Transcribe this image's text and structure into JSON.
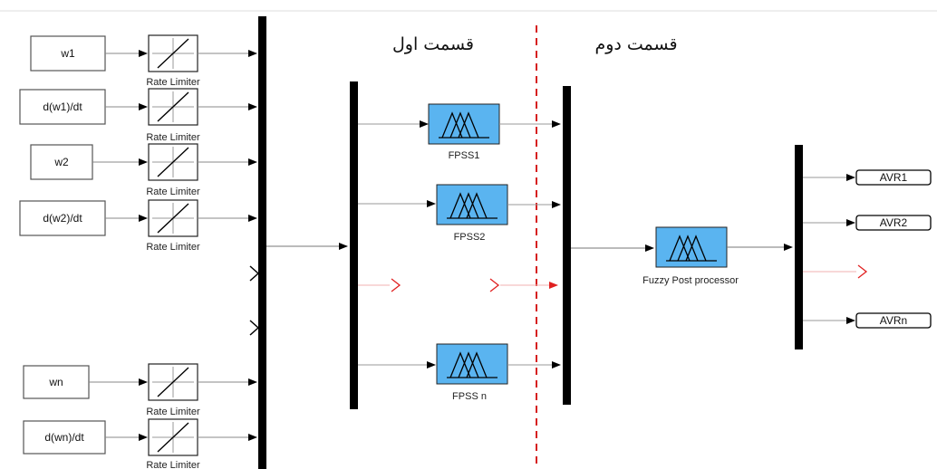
{
  "sections": {
    "part1": "قسمت اول",
    "part2": "قسمت دوم"
  },
  "inputs": [
    {
      "label": "w1",
      "limiter": "Rate Limiter"
    },
    {
      "label": "d(w1)/dt",
      "limiter": "Rate Limiter"
    },
    {
      "label": "w2",
      "limiter": "Rate Limiter"
    },
    {
      "label": "d(w2)/dt",
      "limiter": "Rate Limiter"
    },
    {
      "label": "wn",
      "limiter": "Rate Limiter"
    },
    {
      "label": "d(wn)/dt",
      "limiter": "Rate Limiter"
    }
  ],
  "fuzzy_blocks": {
    "fpss1": "FPSS1",
    "fpss2": "FPSS2",
    "fpssn": "FPSS n",
    "post": "Fuzzy Post processor"
  },
  "outputs": [
    "AVR1",
    "AVR2",
    "AVRn"
  ],
  "colors": {
    "fuzzy_fill": "#5ab4f0",
    "divider": "#d62020",
    "bus": "#000000"
  }
}
